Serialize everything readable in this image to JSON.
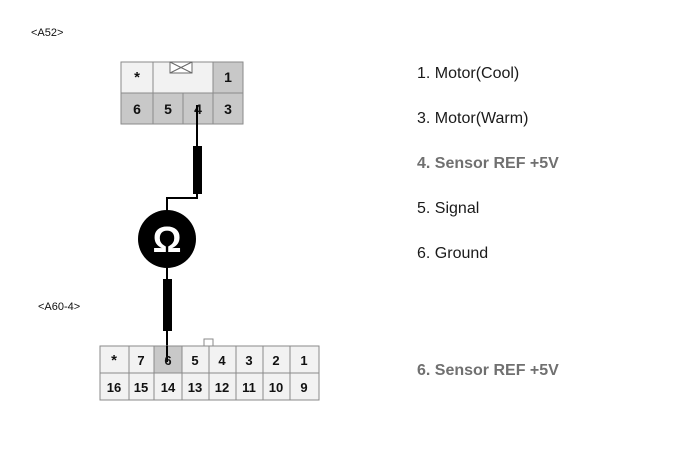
{
  "connectors": {
    "a52": {
      "label": "<A52>",
      "top_row": [
        "*",
        "",
        "1"
      ],
      "bottom_row": [
        "6",
        "5",
        "4",
        "3"
      ]
    },
    "a60_4": {
      "label": "<A60-4>",
      "top_row": [
        "*",
        "7",
        "6",
        "5",
        "4",
        "3",
        "2",
        "1"
      ],
      "bottom_row": [
        "16",
        "15",
        "14",
        "13",
        "12",
        "11",
        "10",
        "9"
      ]
    }
  },
  "sensor_symbol": "Ω",
  "pin_list_a52": [
    "1. Motor(Cool)",
    "3. Motor(Warm)",
    "4. Sensor REF +5V",
    "5. Signal",
    "6. Ground"
  ],
  "pin_list_a60": "6. Sensor REF +5V",
  "colors": {
    "cell_shaded": "#c8c8c8",
    "cell_light": "#f2f2f2",
    "highlight_text": "#707070",
    "wire": "#000000"
  }
}
